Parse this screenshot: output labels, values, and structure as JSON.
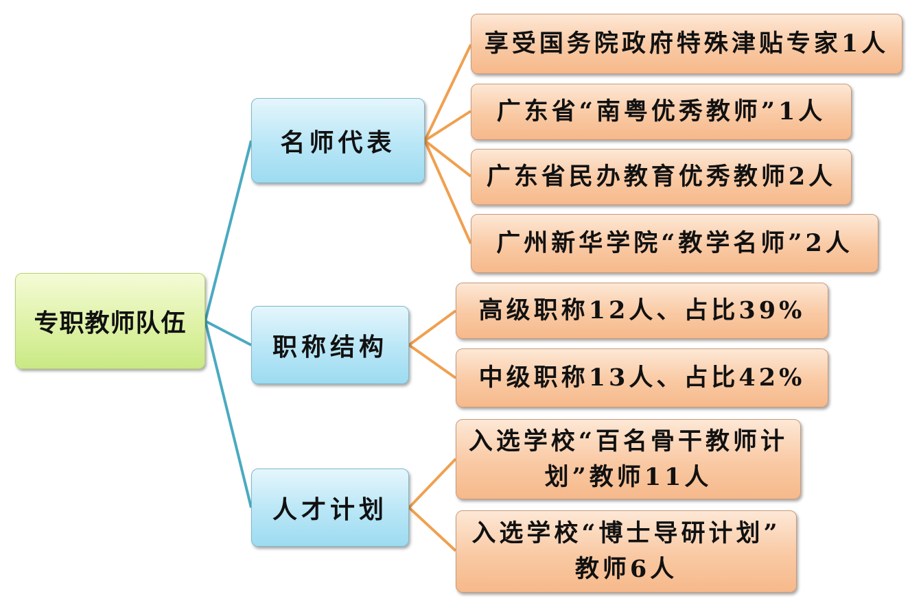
{
  "colors": {
    "blue_connector": "#4aaac0",
    "orange_connector": "#f0a050",
    "root_fill": "#dcf1a2",
    "category_fill": "#b8e6f6",
    "item_fill": "#f9c9a3"
  },
  "root": {
    "label": "专职教师队伍"
  },
  "categories": [
    {
      "label": "名师代表",
      "items": [
        {
          "label": "享受国务院政府特殊津贴专家1人"
        },
        {
          "label": "广东省“南粤优秀教师”1人"
        },
        {
          "label": "广东省民办教育优秀教师2人"
        },
        {
          "label": "广州新华学院“教学名师”2人"
        }
      ]
    },
    {
      "label": "职称结构",
      "items": [
        {
          "label": "高级职称12人、占比39%"
        },
        {
          "label": "中级职称13人、占比42%"
        }
      ]
    },
    {
      "label": "人才计划",
      "items": [
        {
          "label": "入选学校“百名骨干教师计\n划”教师11人"
        },
        {
          "label": "入选学校“博士导研计划”\n教师6人"
        }
      ]
    }
  ]
}
